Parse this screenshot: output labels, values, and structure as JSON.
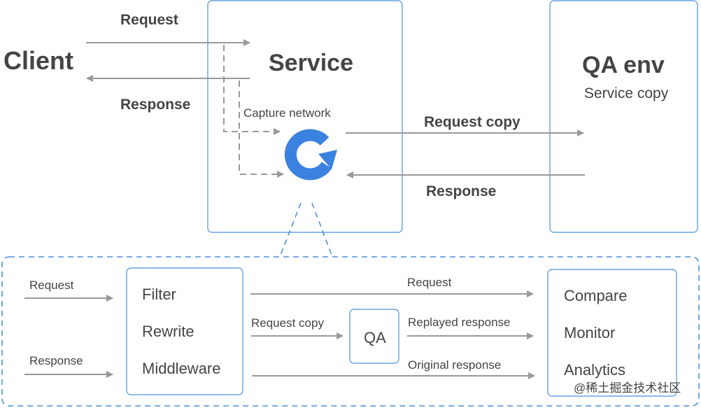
{
  "top": {
    "client": "Client",
    "service": "Service",
    "qa_env": "QA env",
    "service_copy": "Service copy",
    "request": "Request",
    "response": "Response",
    "capture_network": "Capture network",
    "request_copy": "Request copy",
    "response_right": "Response"
  },
  "detail": {
    "request_in": "Request",
    "response_in": "Response",
    "middle_items": [
      "Filter",
      "Rewrite",
      "Middleware"
    ],
    "request_out": "Request",
    "request_copy": "Request copy",
    "qa": "QA",
    "replayed_response": "Replayed response",
    "original_response": "Original response",
    "right_items": [
      "Compare",
      "Monitor",
      "Analytics"
    ]
  },
  "watermark": "@稀土掘金技术社区",
  "colors": {
    "box_border": "#4a90d9",
    "arrow": "#999999",
    "logo_blue": "#3b82e0",
    "text_dark": "#444444",
    "text_muted": "#888888"
  },
  "icons": [
    "capture-logo-icon"
  ]
}
